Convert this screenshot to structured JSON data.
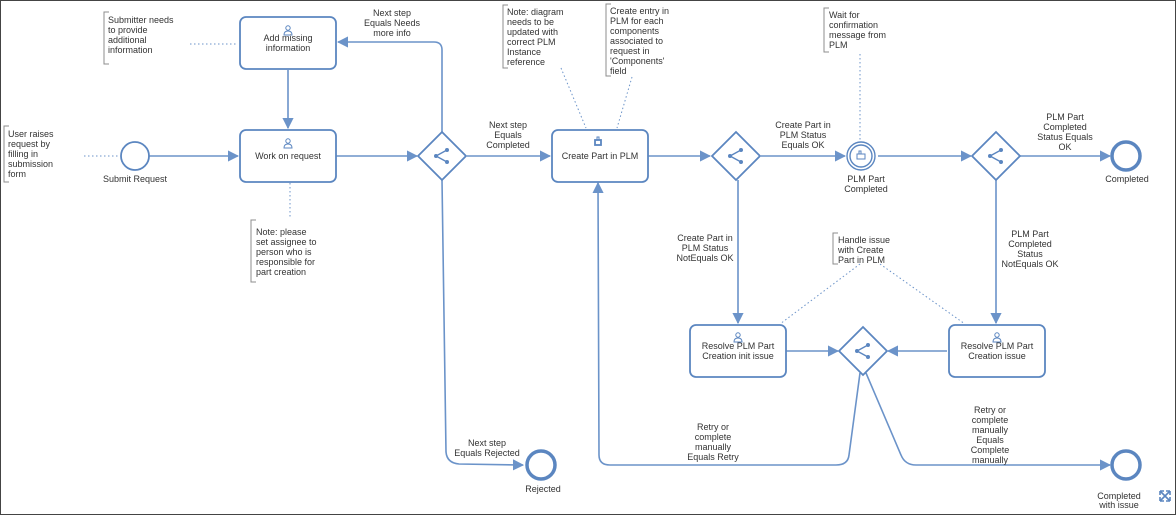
{
  "annotations": {
    "submitter": [
      "Submitter needs",
      "to provide",
      "additional",
      "information"
    ],
    "user": [
      "User raises",
      "request by",
      "filling in",
      "submission",
      "form"
    ],
    "assignee": [
      "Note: please",
      "set assignee to",
      "person who is",
      "responsible for",
      "part creation"
    ],
    "diagram": [
      "Note: diagram",
      "needs to be",
      "updated with",
      "correct PLM",
      "Instance",
      "reference"
    ],
    "entry": [
      "Create entry in",
      "PLM for each",
      "components",
      "associated to",
      "request in",
      "'Components'",
      "field"
    ],
    "wait": [
      "Wait for",
      "confirmation",
      "message from",
      "PLM"
    ],
    "handle": [
      "Handle issue",
      "with Create",
      "Part in PLM"
    ]
  },
  "tasks": {
    "add_missing": [
      "Add missing",
      "information"
    ],
    "work": [
      "Work on request"
    ],
    "create_part": [
      "Create Part in PLM"
    ],
    "resolve_init": [
      "Resolve PLM Part",
      "Creation init issue"
    ],
    "resolve": [
      "Resolve PLM Part",
      "Creation issue"
    ]
  },
  "events": {
    "submit": "Submit Request",
    "plm_completed": [
      "PLM Part",
      "Completed"
    ],
    "completed": "Completed",
    "rejected": "Rejected",
    "completed_issue": [
      "Completed",
      "with issue"
    ]
  },
  "flow_labels": {
    "needs_info": [
      "Next step",
      "Equals Needs",
      "more info"
    ],
    "next_completed": [
      "Next step",
      "Equals",
      "Completed"
    ],
    "status_ok": [
      "Create Part in",
      "PLM Status",
      "Equals OK"
    ],
    "status_not_ok": [
      "Create Part in",
      "PLM Status",
      "NotEquals OK"
    ],
    "completed_ok": [
      "PLM Part",
      "Completed",
      "Status Equals",
      "OK"
    ],
    "completed_not_ok": [
      "PLM Part",
      "Completed",
      "Status",
      "NotEquals OK"
    ],
    "rejected": [
      "Next step",
      "Equals Rejected"
    ],
    "retry": [
      "Retry or",
      "complete",
      "manually",
      "Equals Retry"
    ],
    "manual": [
      "Retry or",
      "complete",
      "manually",
      "Equals",
      "Complete",
      "manually"
    ]
  },
  "toolbar": {
    "fullscreen_icon": "expand-arrows"
  },
  "colors": {
    "accent": "#5b86c0",
    "flow": "#6b93c9"
  }
}
